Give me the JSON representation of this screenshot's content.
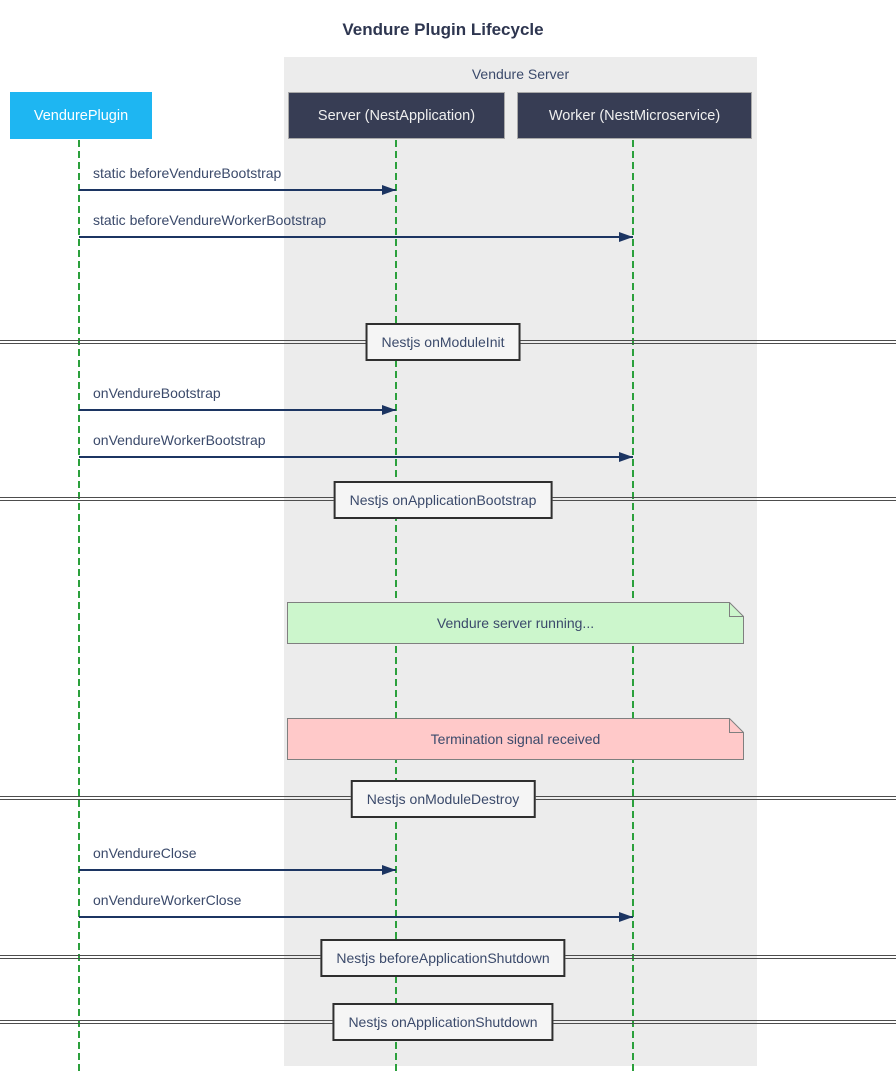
{
  "diagram": {
    "type": "sequence",
    "title": "Vendure Plugin Lifecycle"
  },
  "frame": {
    "label": "Vendure Server"
  },
  "participants": [
    {
      "name": "VendurePlugin",
      "style": "plugin"
    },
    {
      "name": "Server (NestApplication)",
      "style": "dark"
    },
    {
      "name": "Worker (NestMicroservice)",
      "style": "dark"
    }
  ],
  "messages": [
    {
      "from": "VendurePlugin",
      "to": "Server (NestApplication)",
      "label": "static beforeVendureBootstrap"
    },
    {
      "from": "VendurePlugin",
      "to": "Worker (NestMicroservice)",
      "label": "static beforeVendureWorkerBootstrap"
    },
    {
      "from": "VendurePlugin",
      "to": "Server (NestApplication)",
      "label": "onVendureBootstrap"
    },
    {
      "from": "VendurePlugin",
      "to": "Worker (NestMicroservice)",
      "label": "onVendureWorkerBootstrap"
    },
    {
      "from": "VendurePlugin",
      "to": "Server (NestApplication)",
      "label": "onVendureClose"
    },
    {
      "from": "VendurePlugin",
      "to": "Worker (NestMicroservice)",
      "label": "onVendureWorkerClose"
    }
  ],
  "dividers": [
    {
      "label": "Nestjs onModuleInit"
    },
    {
      "label": "Nestjs onApplicationBootstrap"
    },
    {
      "label": "Nestjs onModuleDestroy"
    },
    {
      "label": "Nestjs beforeApplicationShutdown"
    },
    {
      "label": "Nestjs onApplicationShutdown"
    }
  ],
  "notes": [
    {
      "label": "Vendure server running...",
      "kind": "success",
      "over": "Server (NestApplication), Worker (NestMicroservice)"
    },
    {
      "label": "Termination signal received",
      "kind": "danger",
      "over": "Server (NestApplication), Worker (NestMicroservice)"
    }
  ],
  "colors": {
    "plugin-fill": "#1eb6f2",
    "actor-fill": "#373d54",
    "actor-text": "#efefef",
    "signal": "#1c3562",
    "label-text": "#3b4a6b",
    "lifeline": "#2ba03c",
    "frame-bg": "#ececec",
    "note-success-bg": "#ccf6cc",
    "note-danger-bg": "#ffc9c9",
    "note-border": "#7f7f7f",
    "divider-line": "#4d4d4d",
    "divider-box-bg": "#f5f5f5",
    "divider-box-border": "#2f2f2f",
    "title-text": "#2e3650"
  }
}
